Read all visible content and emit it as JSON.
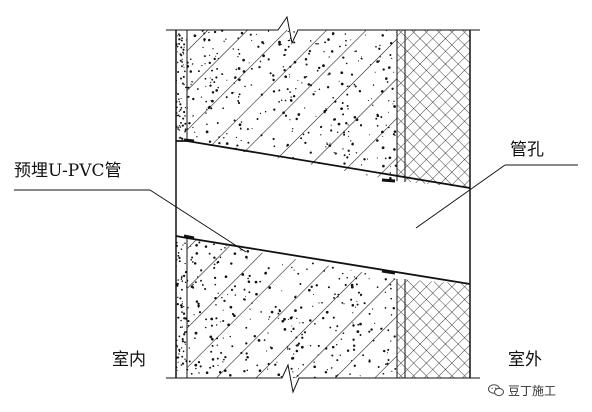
{
  "labels": {
    "pipe": "预埋U-PVC管",
    "hole": "管孔",
    "indoor": "室内",
    "outdoor": "室外"
  },
  "watermark": {
    "text": "豆丁施工",
    "icon": "chat-bubble-icon"
  },
  "colors": {
    "line": "#111111",
    "background": "#ffffff"
  }
}
